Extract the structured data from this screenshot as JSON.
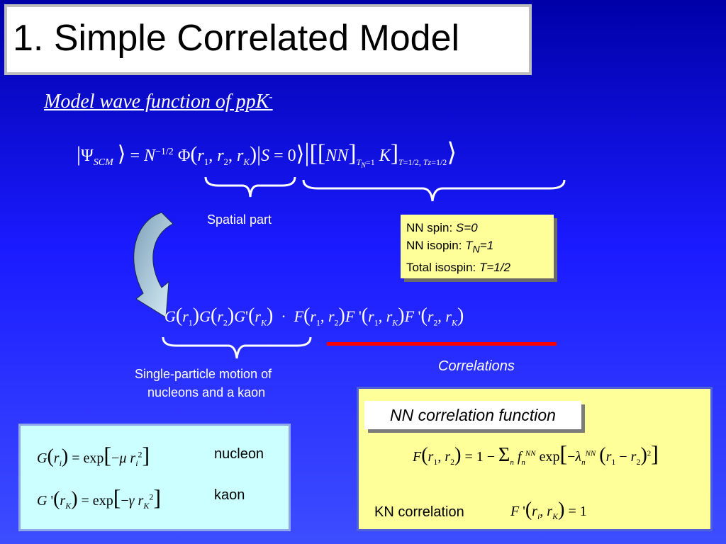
{
  "slide": {
    "title": "1. Simple Correlated Model",
    "subtitle": "Model wave function of ppK",
    "subtitle_sup": "-"
  },
  "equations": {
    "main": "|Ψ_SCM⟩ = N^(−1/2) Φ(r1, r2, rK) |S = 0⟩ |[[NN]_(TN=1) K]_(T=1/2, Tz=1/2)⟩",
    "spatial": "G(r1) G(r2) G'(rK) · F(r1, r2) F'(r1, rK) F'(r2, rK)",
    "nucleon": "G(ri) = exp[−μ ri²]",
    "kaon": "G'(rK) = exp[−γ rK²]",
    "nn_corr": "F(r1, r2) = 1 − Σn fn^NN exp[−λn^NN (r1 − r2)²]",
    "kn_corr": "F'(ri, rK) = 1"
  },
  "labels": {
    "spatial_part": "Spatial part",
    "single_particle_1": "Single-particle motion of",
    "single_particle_2": "nucleons and a kaon",
    "correlations": "Correlations",
    "nucleon": "nucleon",
    "kaon": "kaon",
    "kn_correlation": "KN correlation",
    "nn_correlation_function": "NN correlation function"
  },
  "spin_box": {
    "line1_label": "NN spin: ",
    "line1_value": "S=0",
    "line2_label": "NN isopin: ",
    "line2_value_T": "T",
    "line2_value_sub": "N",
    "line2_value_rest": "=1",
    "line3_label": "Total isospin: ",
    "line3_value": "T=1/2"
  },
  "colors": {
    "background_top": "#0000a8",
    "background_bottom": "#3d4dff",
    "box_yellow": "#ffff99",
    "box_cyan": "#ccffff",
    "underline_red": "#ff0000"
  }
}
